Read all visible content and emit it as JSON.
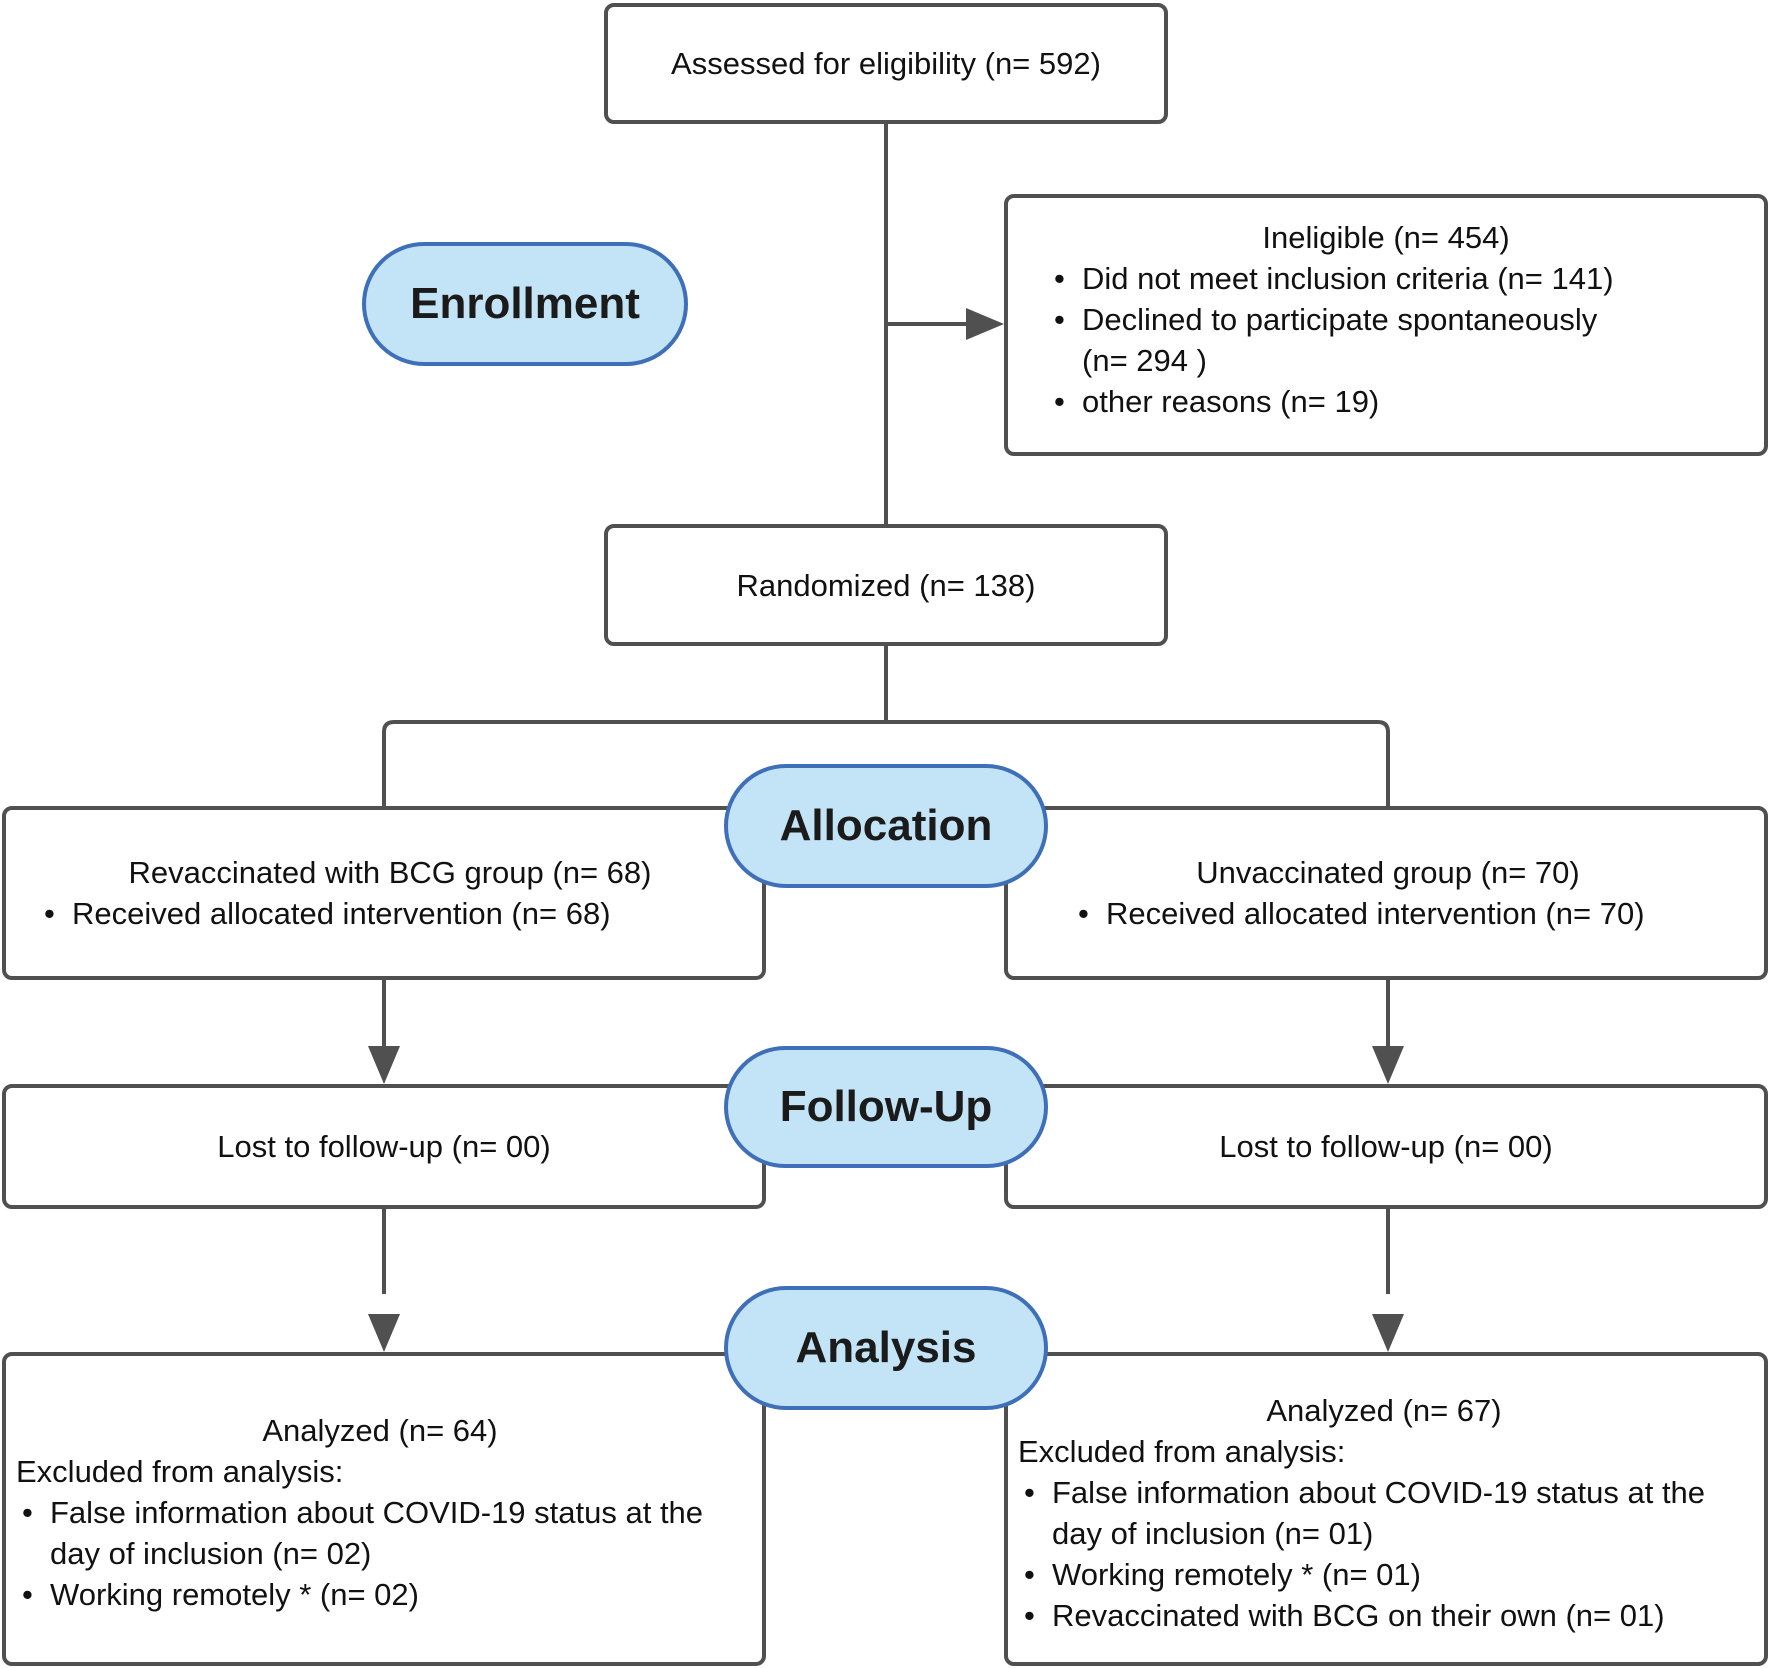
{
  "enrollment": {
    "assessed": "Assessed for eligibility (n= 592)",
    "stage_label": "Enrollment",
    "ineligible": {
      "title": "Ineligible (n= 454)",
      "items": [
        "Did not meet inclusion criteria (n= 141)",
        "Declined to participate spontaneously",
        "(n= 294 )",
        "other reasons (n= 19)"
      ]
    },
    "randomized": "Randomized (n= 138)"
  },
  "allocation": {
    "stage_label": "Allocation",
    "left": {
      "title": "Revaccinated with BCG group (n= 68)",
      "item": "Received allocated intervention (n= 68)"
    },
    "right": {
      "title": "Unvaccinated group (n= 70)",
      "item": "Received allocated intervention (n= 70)"
    }
  },
  "followup": {
    "stage_label": "Follow-Up",
    "left": "Lost to follow-up (n= 00)",
    "right": "Lost to follow-up (n= 00)"
  },
  "analysis": {
    "stage_label": "Analysis",
    "left": {
      "title": "Analyzed (n= 64)",
      "excluded": "Excluded from analysis:",
      "items": [
        "False information about COVID-19 status at the day of inclusion (n= 02)",
        "Working remotely * (n= 02)"
      ]
    },
    "right": {
      "title": "Analyzed (n= 67)",
      "excluded": "Excluded from analysis:",
      "items": [
        "False information about COVID-19 status at the day of inclusion (n= 01)",
        "Working remotely * (n= 01)",
        "Revaccinated with BCG on their own (n= 01)"
      ]
    }
  }
}
